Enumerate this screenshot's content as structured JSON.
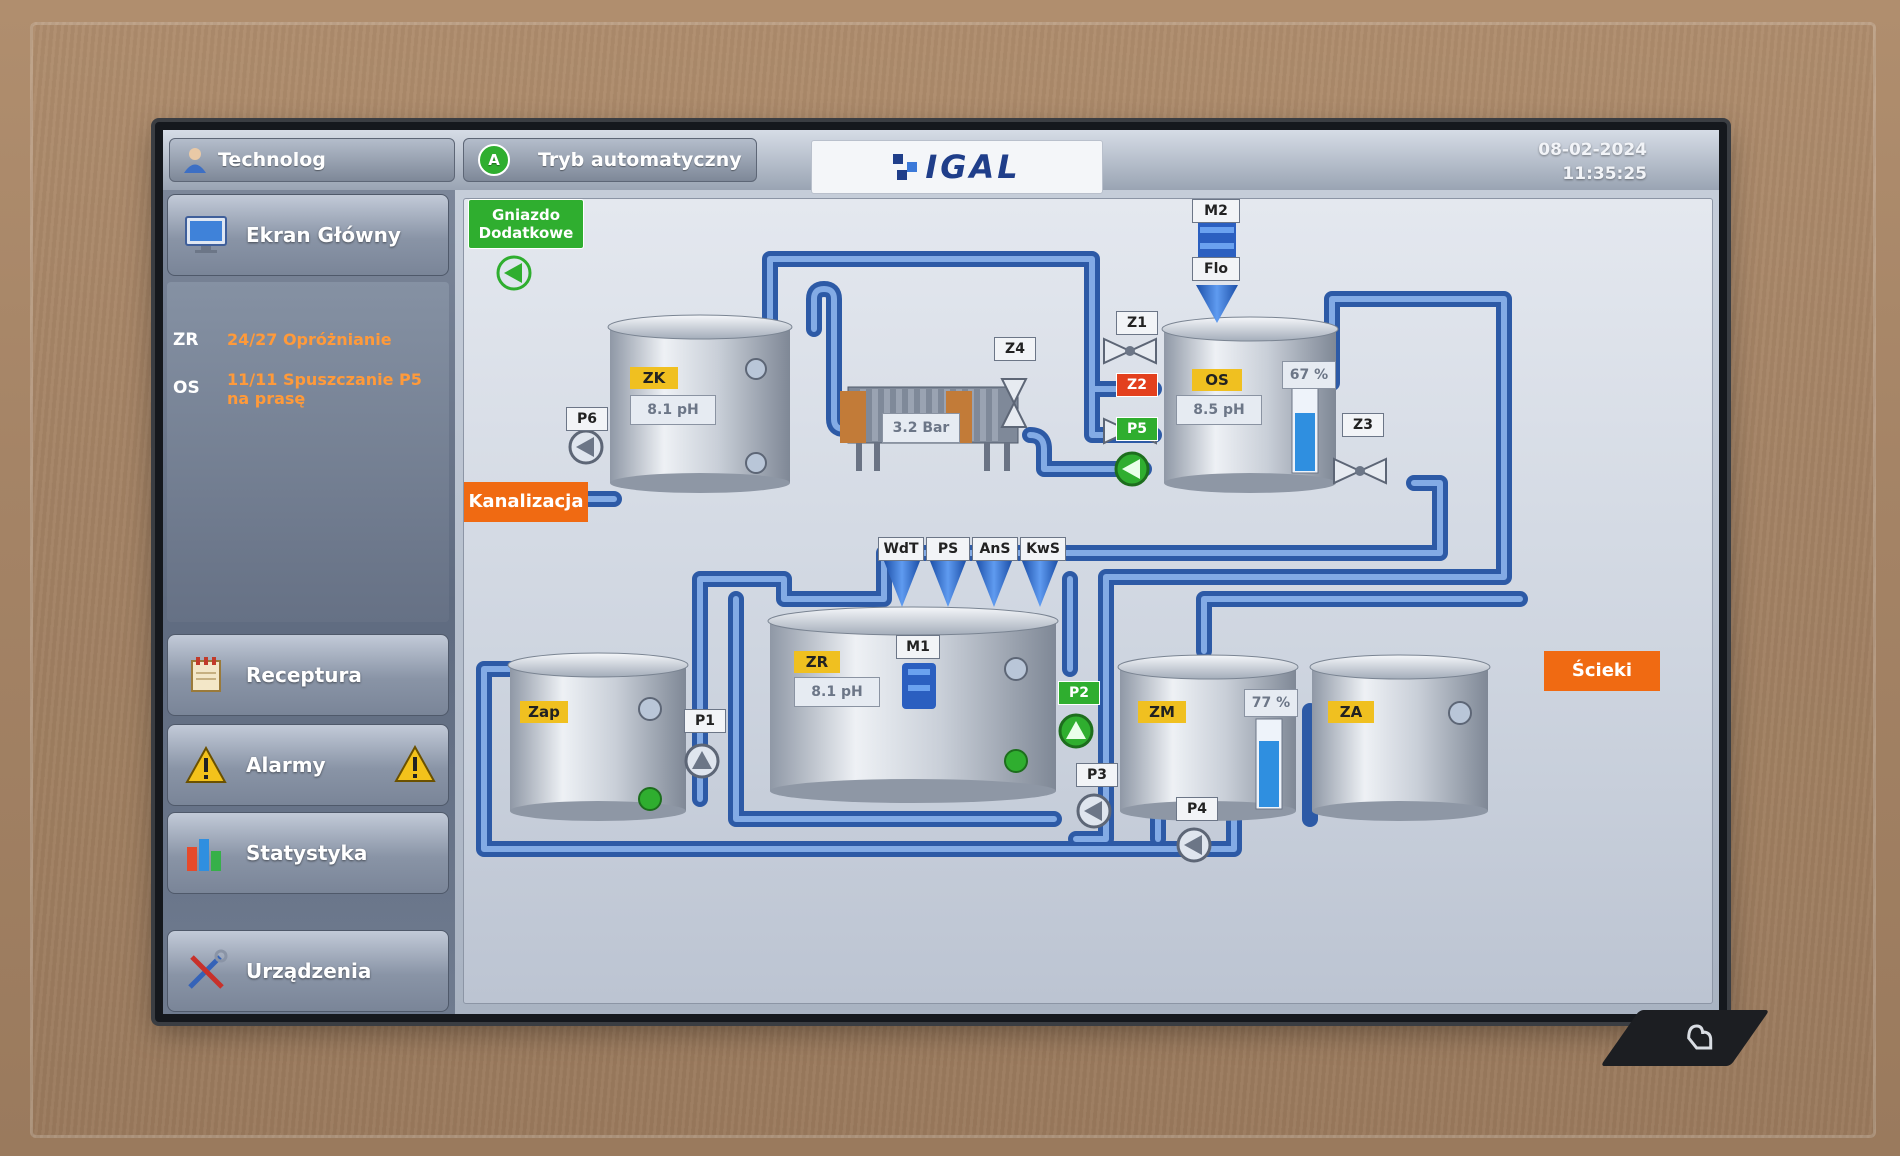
{
  "topbar": {
    "user_label": "Technolog",
    "mode_label": "Tryb automatyczny",
    "mode_badge": "A",
    "logo_text": "IGAL",
    "date": "08-02-2024",
    "time": "11:35:25"
  },
  "sidebar": {
    "main_screen_label": "Ekran Główny",
    "status": [
      {
        "code": "ZR",
        "text": "24/27 Opróżnianie"
      },
      {
        "code": "OS",
        "text": "11/11 Spuszczanie P5 na prasę"
      }
    ],
    "recipe_label": "Receptura",
    "alarms_label": "Alarmy",
    "stats_label": "Statystyka",
    "devices_label": "Urządzenia"
  },
  "process": {
    "extra_socket_label": "Gniazdo Dodatkowe",
    "sewer_label": "Kanalizacja",
    "waste_label": "Ścieki",
    "tanks": {
      "zk": {
        "label": "ZK",
        "ph": "8.1 pH"
      },
      "os": {
        "label": "OS",
        "ph": "8.5 pH",
        "level": "67 %",
        "level_value": 67
      },
      "zr": {
        "label": "ZR",
        "ph": "8.1 pH"
      },
      "zap": {
        "label": "Zap"
      },
      "zm": {
        "label": "ZM",
        "level": "77 %",
        "level_value": 77
      },
      "za": {
        "label": "ZA"
      }
    },
    "filter_pressure": "3.2 Bar",
    "devices": {
      "m1": "M1",
      "m2": "M2",
      "flo": "Flo",
      "z1": "Z1",
      "z2": "Z2",
      "z3": "Z3",
      "z4": "Z4",
      "p1": "P1",
      "p2": "P2",
      "p3": "P3",
      "p4": "P4",
      "p5": "P5",
      "p6": "P6",
      "wdt": "WdT",
      "ps": "PS",
      "ans": "AnS",
      "kws": "KwS"
    }
  },
  "colors": {
    "pipe": "#4f7fc9",
    "active_green": "#2fae2f",
    "alarm_red": "#e3401e",
    "tag_yellow": "#f0c020",
    "status_orange": "#ff9a3a",
    "outlet_orange": "#f06a12"
  }
}
